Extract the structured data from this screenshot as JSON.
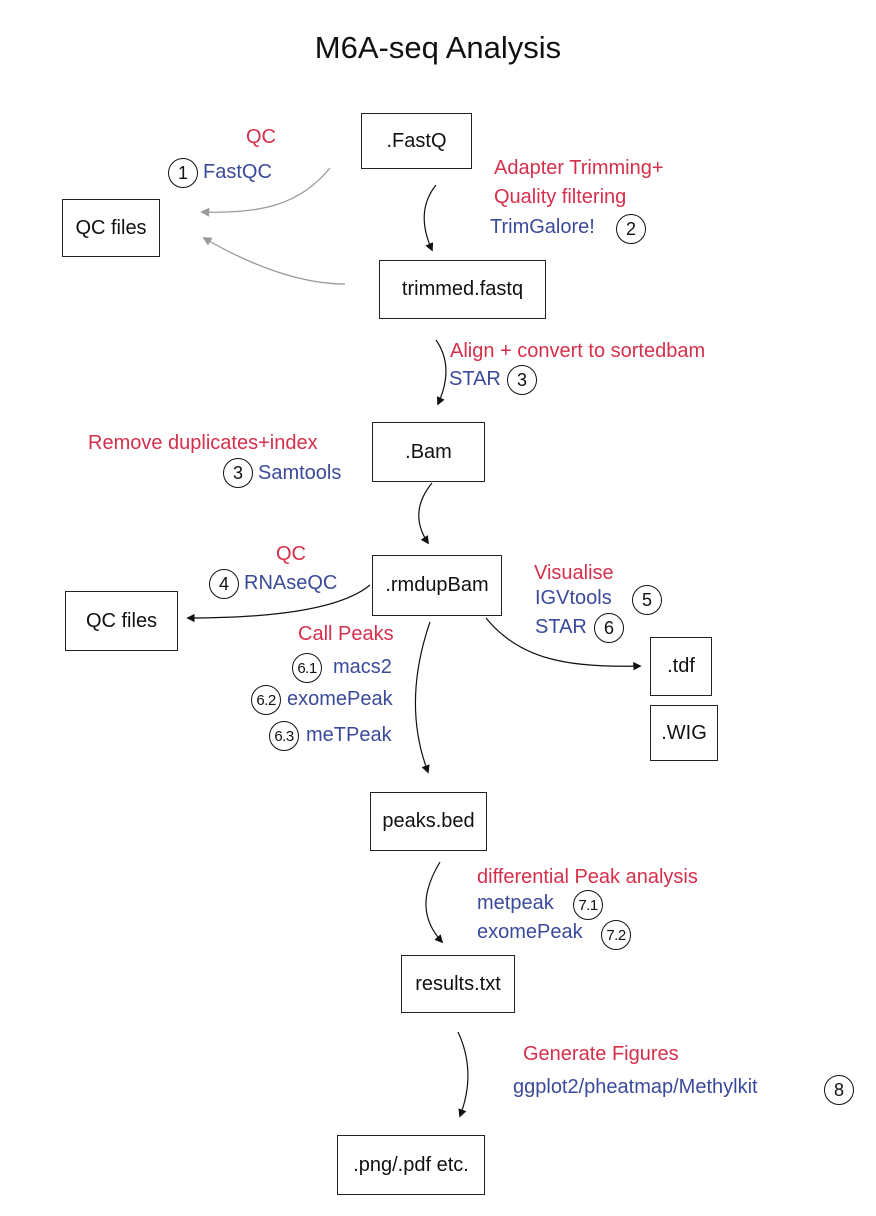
{
  "title": "M6A-seq Analysis",
  "nodes": {
    "fastq": ".FastQ",
    "qc_files_1": "QC files",
    "trimmed": "trimmed.fastq",
    "bam": ".Bam",
    "rmdup": ".rmdupBam",
    "qc_files_2": "QC files",
    "tdf": ".tdf",
    "wig": ".WIG",
    "peaks": "peaks.bed",
    "results": "results.txt",
    "figures": ".png/.pdf etc."
  },
  "steps": {
    "qc1": {
      "label": "QC",
      "tool": "FastQC",
      "num": "1"
    },
    "trim": {
      "label1": "Adapter Trimming+",
      "label2": "Quality filtering",
      "tool": "TrimGalore!",
      "num": "2"
    },
    "align": {
      "label": "Align + convert to sortedbam",
      "tool": "STAR",
      "num": "3"
    },
    "dedup": {
      "label": "Remove duplicates+index",
      "tool": "Samtools",
      "num": "3"
    },
    "qc2": {
      "label": "QC",
      "tool": "RNAseQC",
      "num": "4"
    },
    "visualise": {
      "label": "Visualise",
      "tool1": "IGVtools",
      "num1": "5",
      "tool2": "STAR",
      "num2": "6"
    },
    "peaks": {
      "label": "Call Peaks",
      "tool1": "macs2",
      "num1": "6.1",
      "tool2": "exomePeak",
      "num2": "6.2",
      "tool3": "meTPeak",
      "num3": "6.3"
    },
    "diff": {
      "label": "differential Peak analysis",
      "tool1": "metpeak",
      "num1": "7.1",
      "tool2": "exomePeak",
      "num2": "7.2"
    },
    "figs": {
      "label": "Generate Figures",
      "tool": "ggplot2/pheatmap/Methylkit",
      "num": "8"
    }
  },
  "colors": {
    "step_label": "#d62f4b",
    "tool": "#3a4a9a",
    "arrow_dark": "#111111",
    "arrow_gray": "#9a9a9a"
  }
}
